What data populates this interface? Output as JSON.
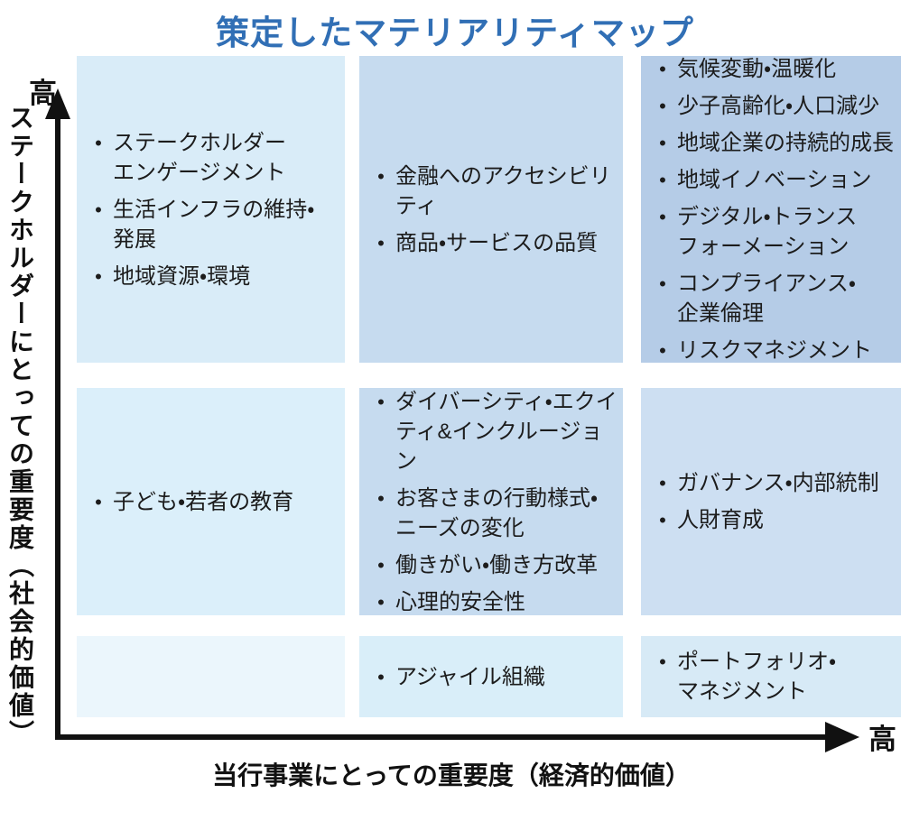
{
  "title": "策定したマテリアリティマップ",
  "bullet": "•",
  "axes": {
    "y": {
      "label": "ステークホルダーにとっての重要度（社会的価値）",
      "high": "高"
    },
    "x": {
      "label": "当行事業にとっての重要度（経済的価値）",
      "high": "高"
    }
  },
  "matrix": {
    "r1c1": {
      "items": [
        "ステークホルダー\nエンゲージメント",
        "生活インフラの維持・\n発展",
        "地域資源・環境"
      ]
    },
    "r1c2": {
      "items": [
        "金融へのアクセシビリ\nティ",
        "商品・サービスの品質"
      ]
    },
    "r1c3": {
      "items": [
        "気候変動・温暖化",
        "少子高齢化・人口減少",
        "地域企業の持続的成長",
        "地域イノベーション",
        "デジタル・トランス\nフォーメーション",
        "コンプライアンス・\n企業倫理",
        "リスクマネジメント"
      ]
    },
    "r2c1": {
      "items": [
        "子ども・若者の教育"
      ]
    },
    "r2c2": {
      "items": [
        "ダイバーシティ・エクイ\nティ&インクルージョン",
        "お客さまの行動様式・\nニーズの変化",
        "働きがい・働き方改革",
        "心理的安全性"
      ]
    },
    "r2c3": {
      "items": [
        "ガバナンス・内部統制",
        "人財育成"
      ]
    },
    "r3c1": {
      "items": []
    },
    "r3c2": {
      "items": [
        "アジャイル組織"
      ]
    },
    "r3c3": {
      "items": [
        "ポートフォリオ・\nマネジメント"
      ]
    }
  },
  "colors": {
    "title": "#316fb5",
    "axis": "#111111",
    "cells": {
      "r1c1": "#d9ecf8",
      "r1c2": "#c6dbef",
      "r1c3": "#b5cce7",
      "r2c1": "#dbeffa",
      "r2c2": "#c6dbef",
      "r2c3": "#cddff2",
      "r3c1": "#ebf6fc",
      "r3c2": "#d9eef9",
      "r3c3": "#d7eaf6"
    }
  }
}
